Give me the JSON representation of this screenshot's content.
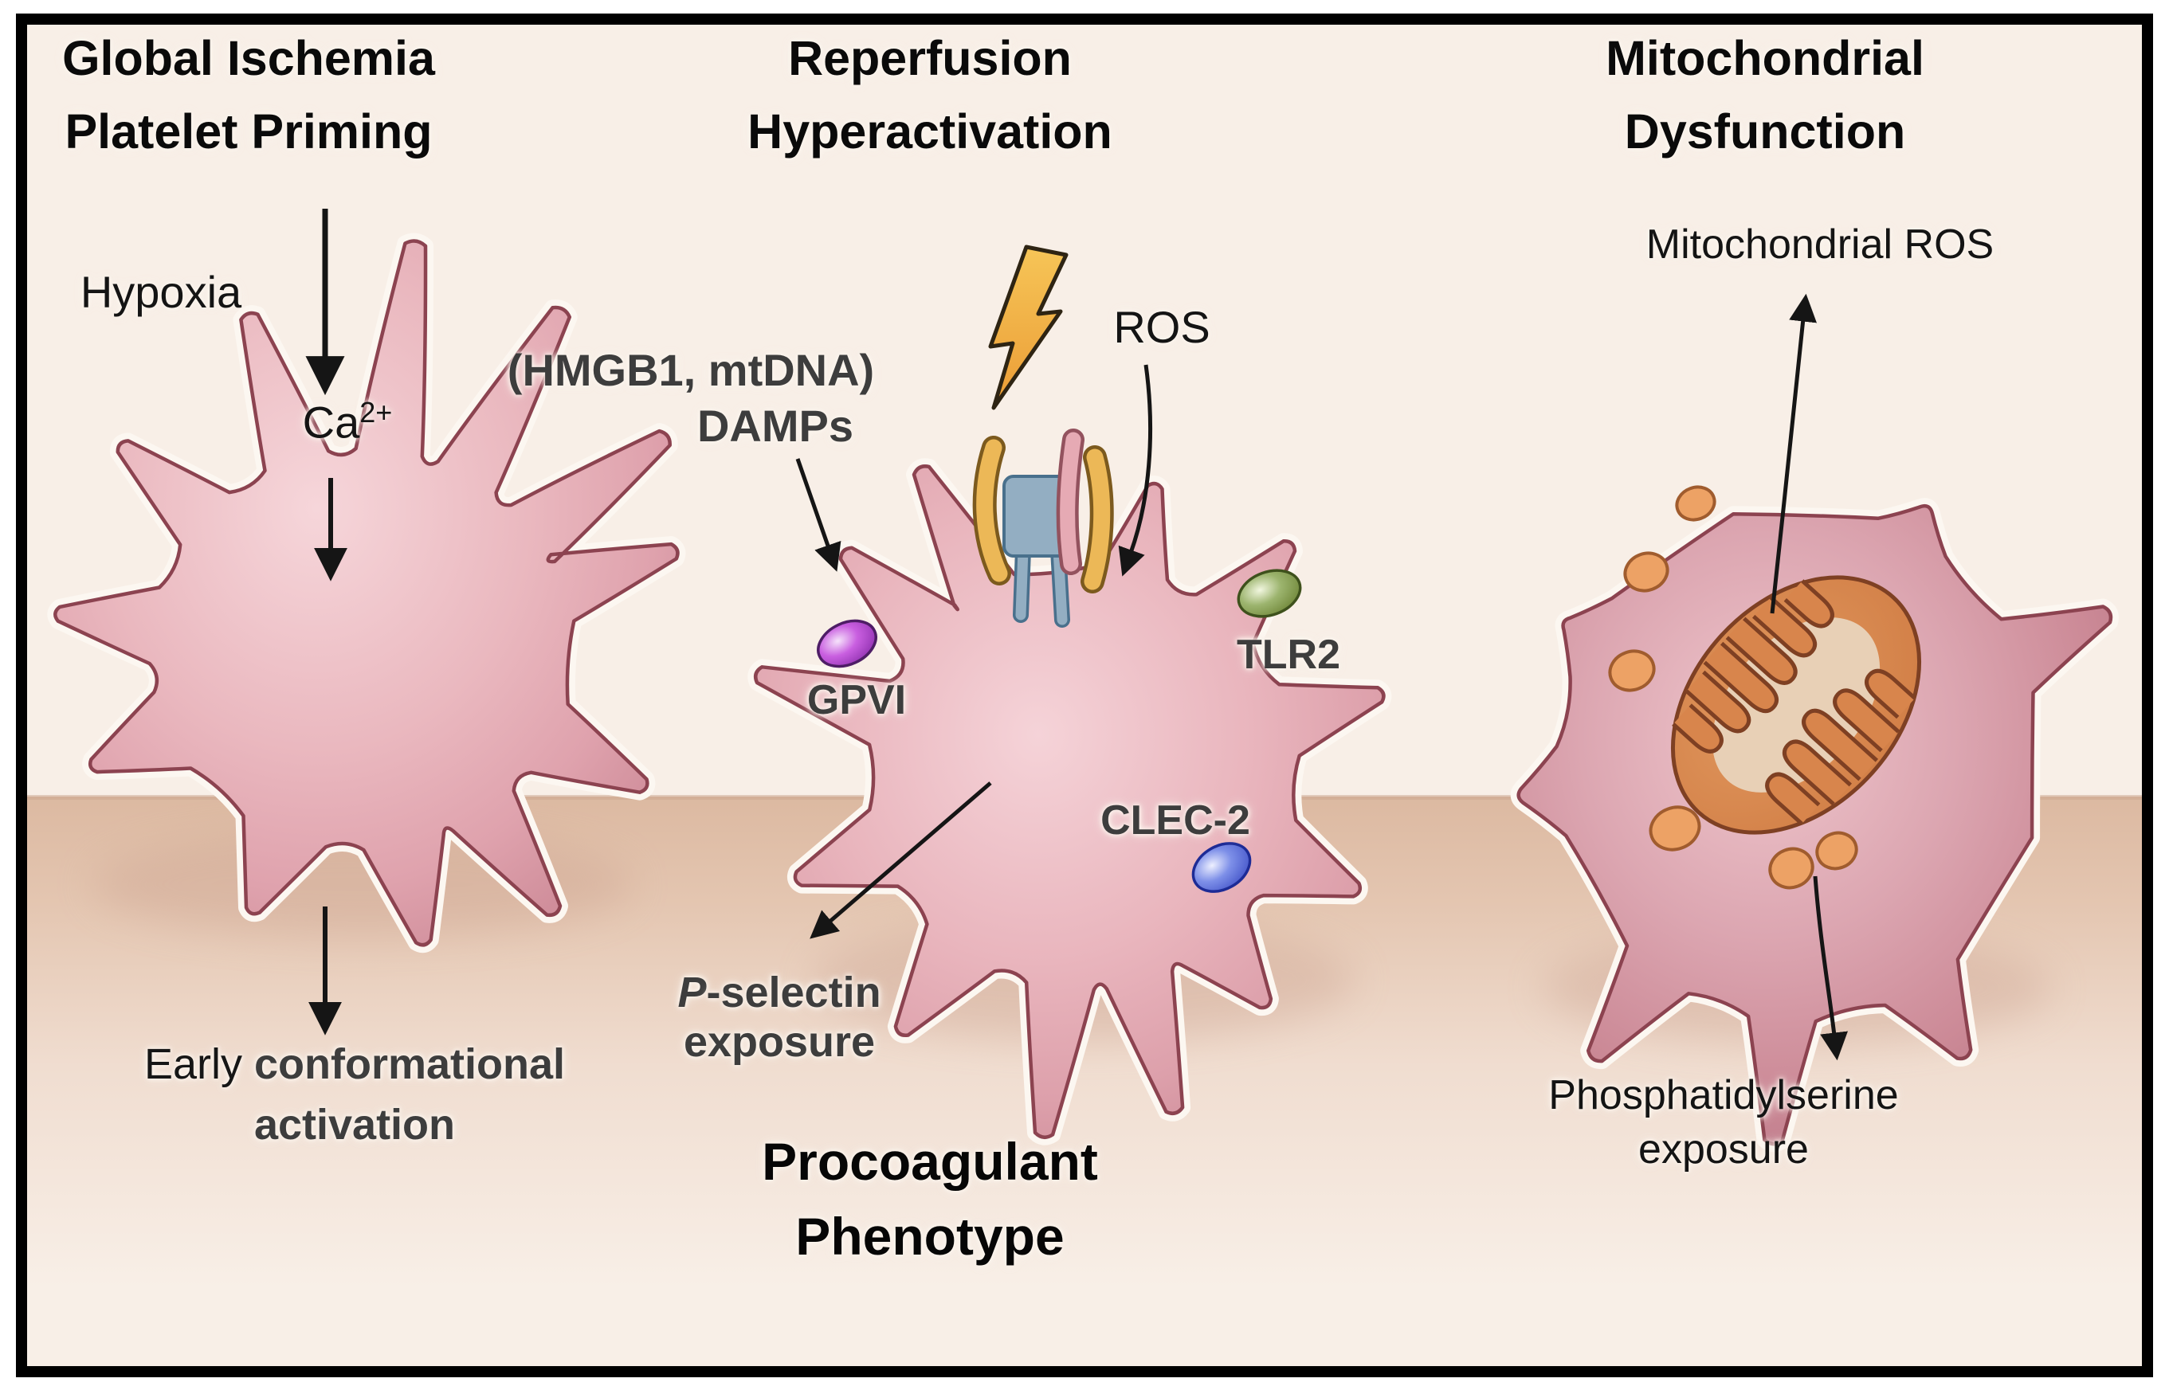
{
  "panels": {
    "left": {
      "title_line1": "Global Ischemia",
      "title_line2": "Platelet Priming",
      "hypoxia_label": "Hypoxia",
      "calcium_base": "Ca",
      "calcium_superscript": "2+",
      "outcome_word1": "Early",
      "outcome_word2": "conformational",
      "outcome_line2": "activation"
    },
    "middle": {
      "title_line1": "Reperfusion",
      "title_line2": "Hyperactivation",
      "damps_sources": "(HMGB1, mtDNA)",
      "damps_label": "DAMPs",
      "ros_label": "ROS",
      "gpvi_label": "GPVI",
      "tlr2_label": "TLR2",
      "clec2_label": "CLEC-2",
      "pselectin_italic": "P",
      "pselectin_rest": "-selectin",
      "pselectin_line2": "exposure",
      "phenotype_line1": "Procoagulant",
      "phenotype_line2": "Phenotype"
    },
    "right": {
      "title_line1": "Mitochondrial",
      "title_line2": "Dysfunction",
      "mito_ros_label": "Mitochondrial ROS",
      "ps_line1": "Phosphatidylserine",
      "ps_line2": "exposure"
    }
  },
  "colors": {
    "background_cream": "#f8efe7",
    "floor_tan": "#dcb9a1",
    "platelet_outline": "#8c4350",
    "granule_orange": "#eda265",
    "granule_outline": "#a05c2e",
    "mitochondrion_orange": "#d8854c",
    "mitochondrion_outline": "#7e4023",
    "mitochondrion_matrix": "#e8d0b6",
    "lightning_yellow": "#f6c557",
    "lightning_orange": "#eb9c36",
    "lightning_outline": "#2e2413",
    "gpvi_purple": "#c95fe0",
    "tlr2_green": "#9cb46e",
    "clec2_blue": "#7d8fe8",
    "receptor_bar_orange": "#ecb857",
    "receptor_bar_orange_dark": "#7c5a1e",
    "receptor_bar_pink": "#e6aab4",
    "receptor_bar_pink_dark": "#93525e",
    "receptor_body_blue": "#93aec2",
    "receptor_body_blue_dark": "#49708c",
    "arrow_black": "#151515",
    "halo_white": "#fcf7f1"
  }
}
